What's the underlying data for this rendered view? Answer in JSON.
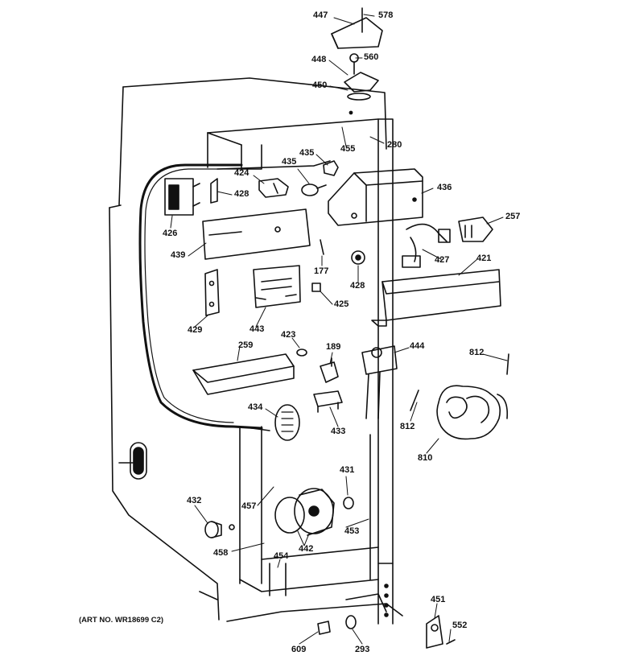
{
  "diagram": {
    "caption": "(ART NO. WR18699 C2)",
    "part_labels": [
      "447",
      "578",
      "448",
      "560",
      "450",
      "280",
      "455",
      "435",
      "435",
      "424",
      "428",
      "426",
      "436",
      "257",
      "439",
      "177",
      "427",
      "421",
      "428",
      "425",
      "429",
      "443",
      "423",
      "189",
      "444",
      "812",
      "259",
      "434",
      "433",
      "812",
      "810",
      "431",
      "432",
      "457",
      "453",
      "442",
      "458",
      "454",
      "451",
      "552",
      "609",
      "293"
    ]
  }
}
